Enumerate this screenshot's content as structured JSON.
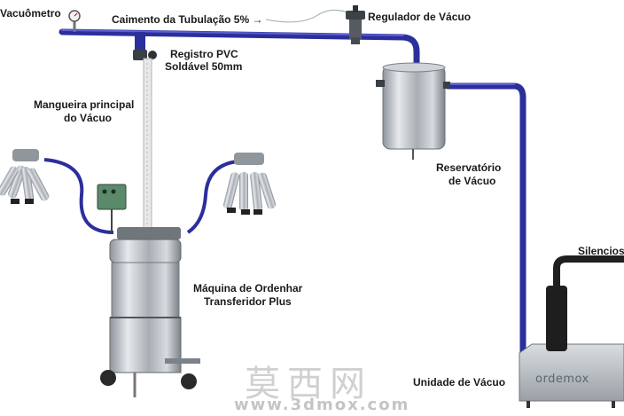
{
  "labels": {
    "vacuometro": "Vacuômetro",
    "caimento": "Caimento da Tubulação 5%",
    "regulador": "Regulador de Vácuo",
    "registro_l1": "Registro PVC",
    "registro_l2": "Soldável 50mm",
    "mangueira_l1": "Mangueira principal",
    "mangueira_l2": "do Vácuo",
    "reservatorio_l1": "Reservatório",
    "reservatorio_l2": "de Vácuo",
    "silenciador": "Silencios",
    "maquina_l1": "Máquina de Ordenhar",
    "maquina_l2": "Transferidor Plus",
    "unidade": "Unidade de Vácuo"
  },
  "brand": "ordemox",
  "watermark": {
    "cn": "莫西网",
    "url": "www.3dmox.com"
  },
  "colors": {
    "pipe": "#2b2f9c",
    "pipe_dark": "#1c1f6e",
    "steel": "#b9bec4",
    "background": "#ffffff"
  },
  "icons": [
    "vacuum-gauge-icon",
    "vacuum-regulator-icon",
    "pvc-valve-icon",
    "milking-cluster-icon",
    "tank-icon",
    "vacuum-pump-icon",
    "silencer-icon"
  ]
}
